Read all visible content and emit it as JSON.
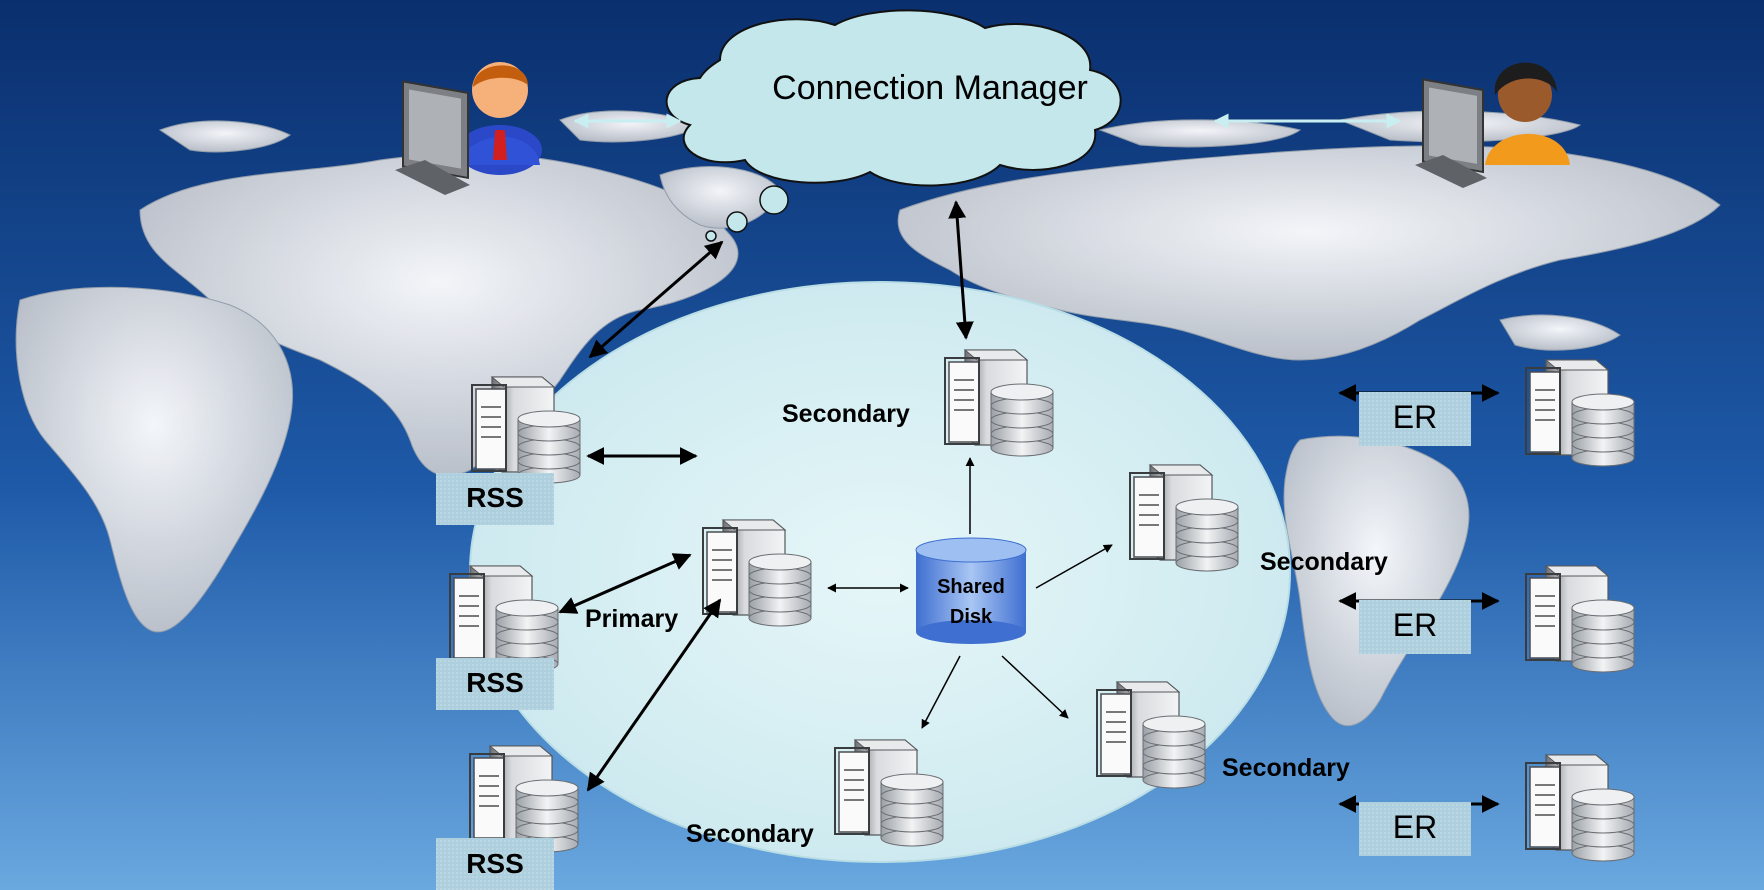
{
  "cloud_label": "Connection Manager",
  "shared_disk_line1": "Shared",
  "shared_disk_line2": "Disk",
  "labels": {
    "primary": "Primary",
    "secondary": "Secondary",
    "rss": "RSS",
    "er": "ER"
  },
  "colors": {
    "background_top": "#0a2f6e",
    "background_bottom": "#5e9ed9",
    "cluster_fill": "#d7eef2",
    "cloud_fill": "#bfe6ea",
    "label_box": "#b7d7e3",
    "arrow_light": "#bfe8ee"
  },
  "icons": [
    "user-male-icon",
    "user-female-icon",
    "server-icon",
    "database-icon",
    "world-map"
  ]
}
